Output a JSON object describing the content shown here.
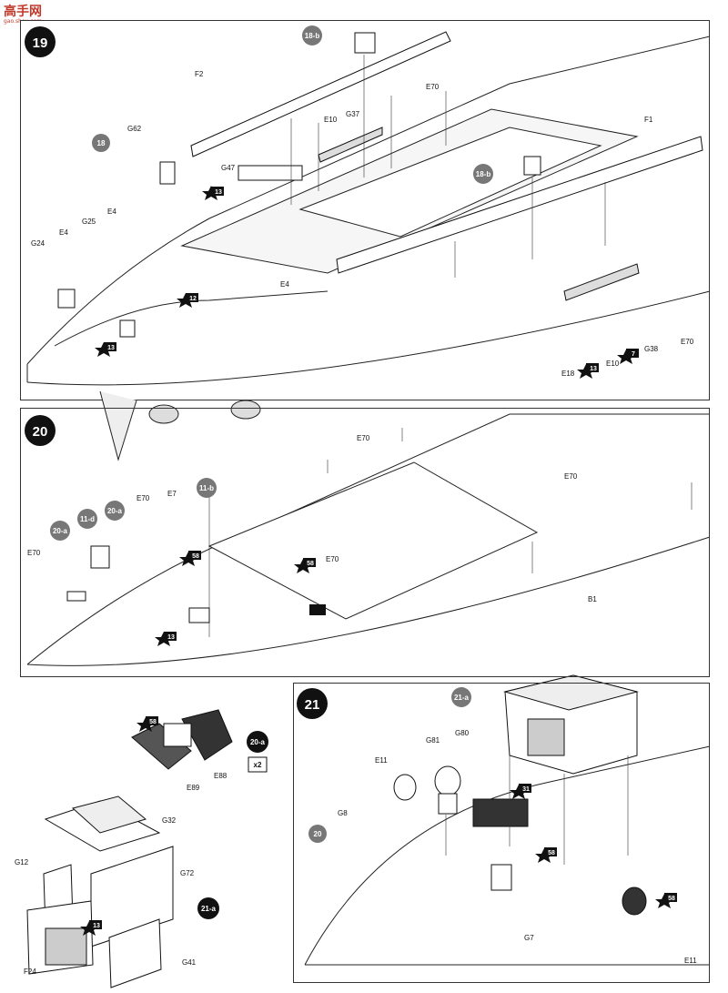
{
  "watermark": {
    "title": "高手网",
    "subtitle": "gao.shou.com"
  },
  "steps": {
    "s19": {
      "number": "19"
    },
    "s20": {
      "number": "20"
    },
    "s21": {
      "number": "21"
    },
    "s20a": {
      "number": "20-a",
      "multiplier": "x2"
    },
    "s21a": {
      "number": "21-a"
    }
  },
  "labels": {
    "p19": [
      "18-b",
      "F2",
      "G62",
      "E10",
      "G37",
      "E70",
      "18",
      "F1",
      "G47",
      "13",
      "18-b",
      "E4",
      "E4",
      "G25",
      "G24",
      "12",
      "E4",
      "13",
      "E70",
      "G38",
      "7",
      "E10",
      "13",
      "E18"
    ],
    "p20": [
      "E70",
      "E70",
      "E70",
      "E7",
      "11-b",
      "E70",
      "20-a",
      "11-d",
      "20-a",
      "58",
      "58",
      "E70",
      "13",
      "B1"
    ],
    "p20a": [
      "58",
      "E88",
      "E89"
    ],
    "p21": [
      "21-a",
      "G81",
      "G80",
      "E11",
      "31",
      "G8",
      "20",
      "58",
      "G7",
      "58",
      "E11"
    ],
    "p21a": [
      "G32",
      "G12",
      "G72",
      "13",
      "F24",
      "G41"
    ]
  }
}
